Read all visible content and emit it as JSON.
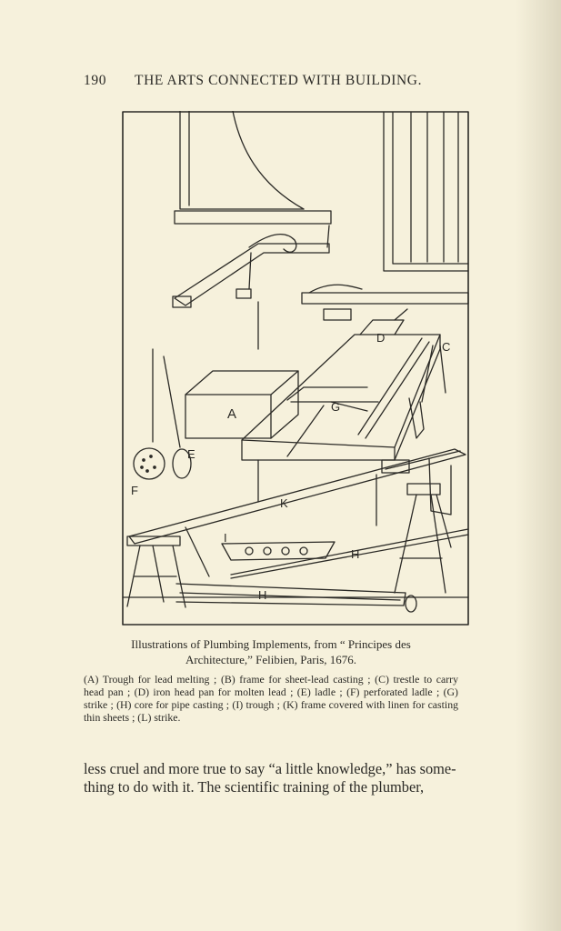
{
  "header": {
    "page_number": "190",
    "running_head": "THE ARTS CONNECTED WITH BUILDING."
  },
  "figure": {
    "labels": {
      "a": "A",
      "c": "C",
      "d": "D",
      "e": "E",
      "f": "F",
      "g": "G",
      "h_upper": "H",
      "h_lower": "H",
      "i": "I",
      "k": "K"
    }
  },
  "caption": {
    "line1": "Illustrations of Plumbing Implements, from “ Principes des",
    "line2": "Architecture,” Felibien, Paris, 1676."
  },
  "legend": {
    "text": "(A) Trough for lead melting ; (B) frame for sheet-lead casting ; (C) trestle to carry head pan ; (D) iron head pan for molten lead ; (E) ladle ; (F) perforated ladle ; (G) strike ; (H) core for pipe casting ; (I) trough ; (K) frame covered with linen for casting thin sheets ; (L) strike."
  },
  "body": {
    "line1": "less cruel and more true to say “a little knowledge,” has some-",
    "line2": "thing to do with it.  The scientific training of the plumber,"
  }
}
